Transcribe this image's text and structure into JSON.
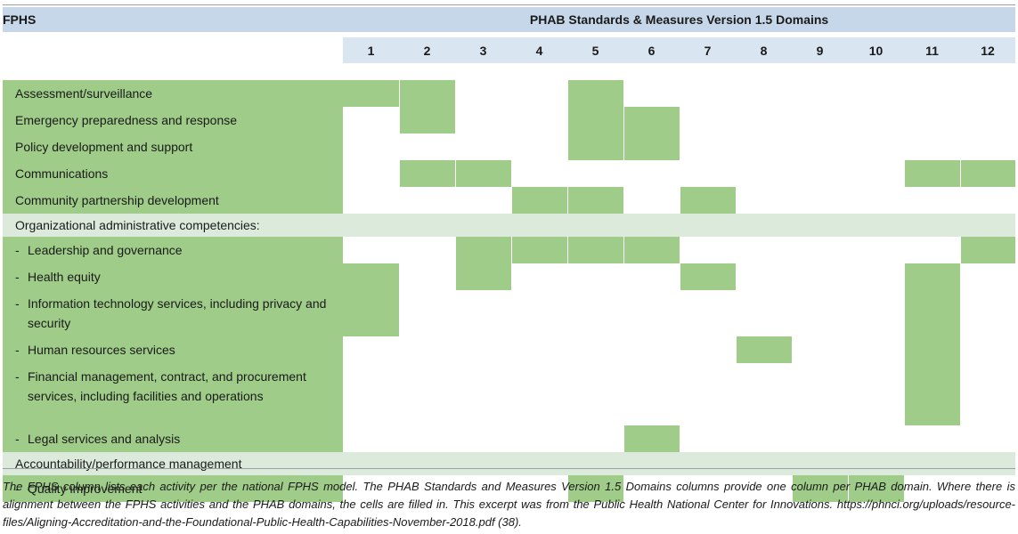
{
  "table": {
    "fphs_header": "FPHS",
    "phab_header": "PHAB Standards & Measures Version 1.5 Domains",
    "domains": [
      "1",
      "2",
      "3",
      "4",
      "5",
      "6",
      "7",
      "8",
      "9",
      "10",
      "11",
      "12"
    ],
    "rows": [
      {
        "label": "Assessment/surveillance",
        "sub": false,
        "section": false,
        "filled": [
          1,
          2,
          5
        ]
      },
      {
        "label": "Emergency preparedness and response",
        "sub": false,
        "section": false,
        "filled": [
          2,
          5,
          6
        ]
      },
      {
        "label": "Policy development and support",
        "sub": false,
        "section": false,
        "filled": [
          5,
          6
        ]
      },
      {
        "label": "Communications",
        "sub": false,
        "section": false,
        "filled": [
          2,
          3,
          11,
          12
        ]
      },
      {
        "label": "Community partnership development",
        "sub": false,
        "section": false,
        "filled": [
          4,
          5,
          7
        ]
      },
      {
        "label": "Organizational administrative competencies:",
        "sub": false,
        "section": true,
        "filled": []
      },
      {
        "label": "Leadership and governance",
        "sub": true,
        "section": false,
        "filled": [
          3,
          4,
          5,
          6,
          12
        ]
      },
      {
        "label": "Health equity",
        "sub": true,
        "section": false,
        "filled": [
          1,
          3,
          7,
          11
        ]
      },
      {
        "label": "Information technology services, including privacy and security",
        "sub": true,
        "section": false,
        "filled": [
          1,
          11
        ]
      },
      {
        "label": "Human resources services",
        "sub": true,
        "section": false,
        "filled": [
          8,
          11
        ]
      },
      {
        "label": "Financial management, contract, and procurement services, including facilities and operations",
        "sub": true,
        "section": false,
        "filled": [
          11
        ]
      },
      {
        "label": "Legal services and analysis",
        "sub": true,
        "section": false,
        "filled": [
          6
        ]
      },
      {
        "label": "Accountability/performance management",
        "sub": false,
        "section": true,
        "filled": []
      },
      {
        "label": "Quality improvement",
        "sub": true,
        "section": false,
        "filled": [
          5,
          9,
          10
        ]
      }
    ]
  },
  "caption": "The FPHS column lists each activity per the national FPHS model. The PHAB Standards and Measures Version 1.5 Domains columns provide one column per PHAB domain. Where there is alignment between the FPHS activities and the PHAB domains, the cells are filled in. This excerpt was from the Public Health National Center for Innovations. https://phnci.org/uploads/resource-files/Aligning-Accreditation-and-the-Foundational-Public-Health-Capabilities-November-2018.pdf (38).",
  "colors": {
    "header_blue": "#c7d7ea",
    "domain_blue": "#d9e5f1",
    "filled_green": "#9fcc88",
    "section_green": "#dbeadb"
  }
}
